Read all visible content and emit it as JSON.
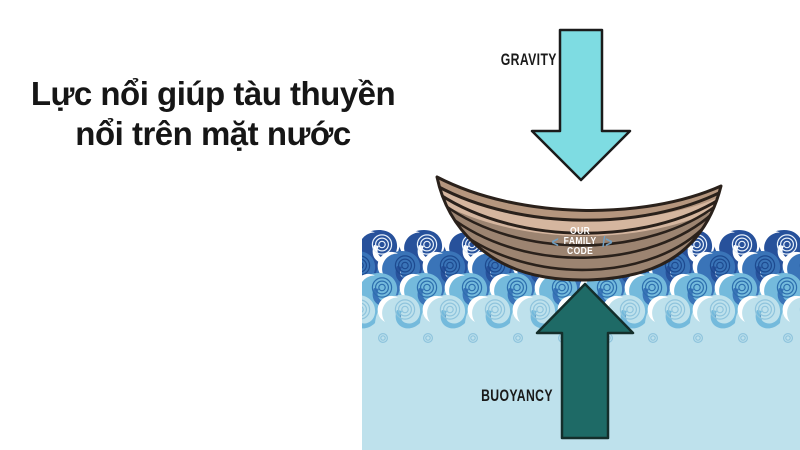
{
  "heading": {
    "line1": "Lực nổi giúp tàu thuyền",
    "line2": "nổi trên mặt nước",
    "text_color": "#161616"
  },
  "diagram": {
    "gravity": {
      "label": "GRAVITY",
      "arrow_color": "#7EDCE2"
    },
    "buoyancy": {
      "label": "BUOYANCY",
      "arrow_color": "#1E6A66"
    },
    "watermark": {
      "line1": "OUR",
      "line2": "FAMILY",
      "line3": "CODE",
      "bracket_left": "<",
      "bracket_right": "/>",
      "text_color": "#FFFFFF",
      "bracket_color": "#6FA0C4"
    },
    "boat": {
      "hull_color": "#9C8471",
      "rim_color": "#B5967E",
      "inner_color": "#D5B69F",
      "outline_color": "#2A211B"
    },
    "water": {
      "base": "#BEE1EC",
      "crescent": "#FFFFFF",
      "rows": [
        {
          "fill": "#27519B",
          "spiral": "#E8F1FA"
        },
        {
          "fill": "#3A74B8",
          "spiral": "#1D4A8F"
        },
        {
          "fill": "#74BADC",
          "spiral": "#2D6FAE"
        },
        {
          "fill": "#BEE1EC",
          "spiral": "#8FC4DD"
        }
      ]
    }
  }
}
